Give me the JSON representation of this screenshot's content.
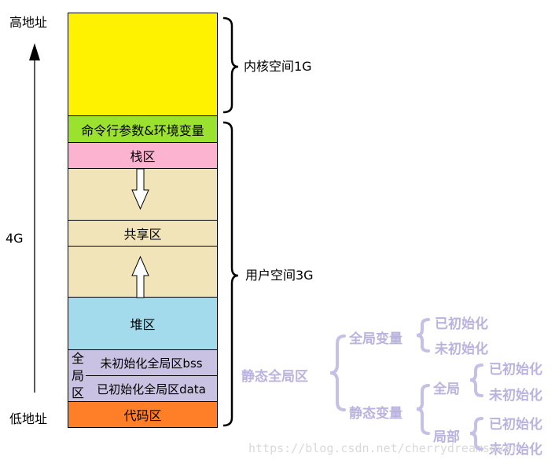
{
  "axis": {
    "high_label": "高地址",
    "low_label": "低地址",
    "size_label": "4G"
  },
  "segments": {
    "kernel": "",
    "cmdline_env": "命令行参数&环境变量",
    "stack": "栈区",
    "shared": "共享区",
    "heap": "堆区",
    "global_side_label": "全\n局\n区",
    "bss": "未初始化全局区bss",
    "data": "已初始化全局区data",
    "code": "代码区"
  },
  "braces": {
    "kernel_space": "内核空间1G",
    "user_space": "用户空间3G"
  },
  "tree": {
    "root": "静态全局区",
    "global_var": "全局变量",
    "global_init": "已初始化",
    "global_uninit": "未初始化",
    "static_var": "静态变量",
    "static_global": "全局",
    "static_global_init": "已初始化",
    "static_global_uninit": "未初始化",
    "static_local": "局部",
    "static_local_init": "已初始化",
    "static_local_uninit": "未初始化"
  },
  "watermark": "https://blog.csdn.net/cherrydreamsover",
  "colors": {
    "kernel": "#fff200",
    "cmdline_env": "#9be22f",
    "stack": "#fbb3d0",
    "middle": "#f0e4b8",
    "heap": "#a3dbec",
    "global": "#c9c2e2",
    "code": "#ff7e28",
    "tree_text": "#b9b3df"
  }
}
